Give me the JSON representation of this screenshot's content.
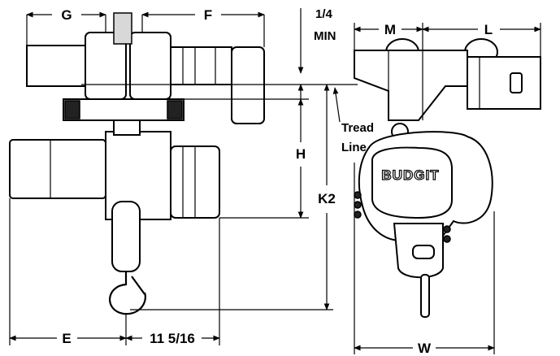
{
  "dimensions": {
    "G": "G",
    "F": "F",
    "quarter_line1": "1/4",
    "quarter_line2": "MIN",
    "M": "M",
    "L": "L",
    "tread_line1": "Tread",
    "tread_line2": "Line",
    "H": "H",
    "K2": "K2",
    "E": "E",
    "eleven": "11 5/16",
    "W": "W"
  },
  "brand_name": "BUDGIT",
  "colors": {
    "line": "#000000",
    "fill": "#ffffff",
    "shade": "#d8d8d8"
  }
}
